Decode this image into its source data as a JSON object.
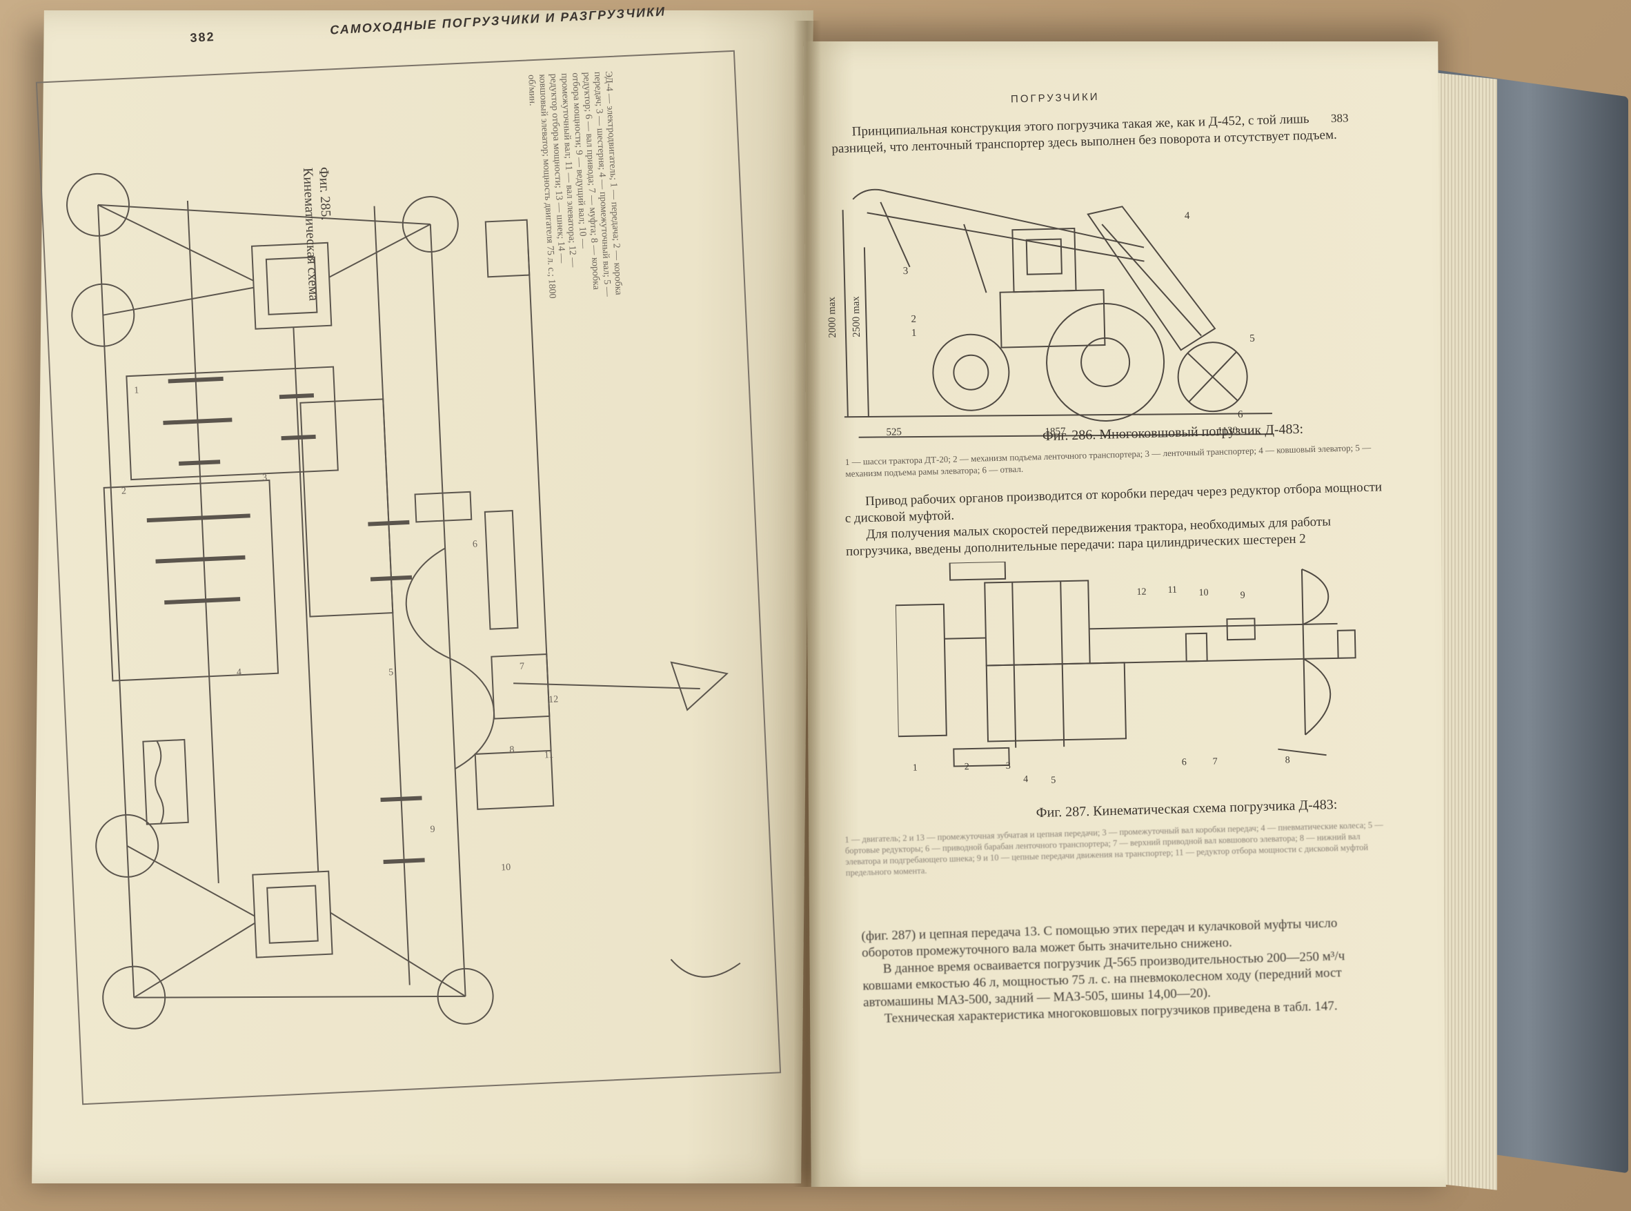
{
  "left_page": {
    "page_number": "382",
    "running_head": "САМОХОДНЫЕ ПОГРУЗЧИКИ И РАЗГРУЗЧИКИ",
    "figure_title": "Фиг. 285. Кинематическая схема",
    "figure_legend": "ЭД-4 — электродвигатель; 1 — передача; 2 — коробка передач; 3 — шестерня; 4 — промежуточный вал; 5 — редуктор; 6 — вал привода; 7 — муфта; 8 — коробка отбора мощности; 9 — ведущий вал; 10 — промежуточный вал; 11 — вал элеватора; 12 — редуктор отбора мощности; 13 — шнек; 14 — ковшовый элеватор; мощность двигателя 75 л. с.; 1800 об/мин."
  },
  "right_page": {
    "running_head": "ПОГРУЗЧИКИ",
    "page_number": "383",
    "para1": "Принципиальная конструкция этого погрузчика такая же, как и Д-452, с той лишь разницей, что ленточный транспортер здесь выполнен без поворота и отсутствует подъем.",
    "fig286_caption": "Фиг. 286. Многоковшовый погрузчик Д-483:",
    "fig286_legend": "1 — шасси трактора ДТ-20; 2 — механизм подъема ленточного транспортера; 3 — ленточный транспортер; 4 — ковшовый элеватор; 5 — механизм подъема рамы элеватора; 6 — отвал.",
    "para2": "Привод рабочих органов производится от коробки передач через редуктор отбора мощности с дисковой муфтой.",
    "para3": "Для получения малых скоростей передвижения трактора, необходимых для работы погрузчика, введены дополнительные передачи: пара цилиндрических шестерен 2",
    "fig287_caption": "Фиг. 287. Кинематическая схема погрузчика Д-483:",
    "fig287_legend": "1 — двигатель; 2 и 13 — промежуточная зубчатая и цепная передачи; 3 — промежуточный вал коробки передач; 4 — пневматические колеса; 5 — бортовые редукторы; 6 — приводной барабан ленточного транспортера; 7 — верхний приводной вал ковшового элеватора; 8 — нижний вал элеватора и подгребающего шнека; 9 и 10 — цепные передачи движения на транспортер; 11 — редуктор отбора мощности с дисковой муфтой предельного момента.",
    "para4": "(фиг. 287) и цепная передача 13. С помощью этих передач и кулачковой муфты число оборотов промежуточного вала может быть значительно снижено.",
    "para5": "В данное время осваивается погрузчик Д-565 производительностью 200—250 м³/ч ковшами емкостью 46 л, мощностью 75 л. с. на пневмоколесном ходу (передний мост автомашины МАЗ-500, задний — МАЗ-505, шины 14,00—20).",
    "para6": "Техническая характеристика многоковшовых погрузчиков приведена в табл. 147.",
    "dims": [
      "2000 max",
      "2500 max",
      "525",
      "1857",
      "1130"
    ],
    "fig286_labels": [
      "1",
      "2",
      "3",
      "4",
      "5",
      "6"
    ],
    "fig287_labels": [
      "1",
      "2",
      "3",
      "4",
      "5",
      "6",
      "7",
      "8",
      "9",
      "10",
      "11",
      "12"
    ]
  }
}
